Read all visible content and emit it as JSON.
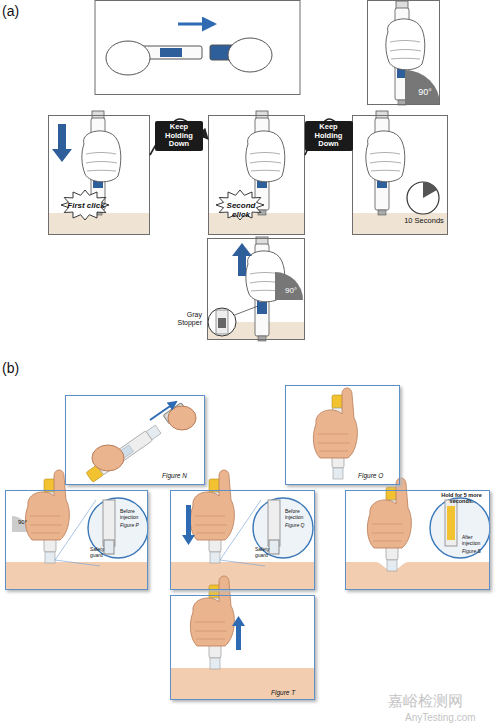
{
  "diagram": {
    "nodes": [
      {
        "text": [
          "90°"
        ]
      },
      {
        "text": [
          "First click"
        ]
      },
      {
        "text": [
          "Second click"
        ]
      },
      {
        "text": [
          "10 Seconds"
        ]
      },
      {
        "text": [
          "Gray Stopper",
          "90°"
        ]
      },
      {
        "text": [
          "Figure N"
        ]
      },
      {
        "text": [
          "Figure O"
        ]
      },
      {
        "text": [
          "90°",
          "Before injection",
          "Safety guard",
          "Figure P"
        ]
      },
      {
        "text": [
          "Before injection",
          "Safety guard",
          "Figure Q"
        ]
      },
      {
        "text": [
          "Hold for 5 more seconds.",
          "After injection",
          "Figure S"
        ]
      },
      {
        "text": [
          "Figure T"
        ]
      }
    ],
    "edges": [
      {
        "from": 1,
        "to": 2,
        "arrow": "to",
        "label": "Keep Holding Down"
      },
      {
        "from": 2,
        "to": 3,
        "arrow": "to",
        "label": "Keep Holding Down"
      }
    ],
    "labels": [
      "(a)",
      "(b)",
      "嘉峪检测网",
      "AnyTesting.com"
    ]
  }
}
